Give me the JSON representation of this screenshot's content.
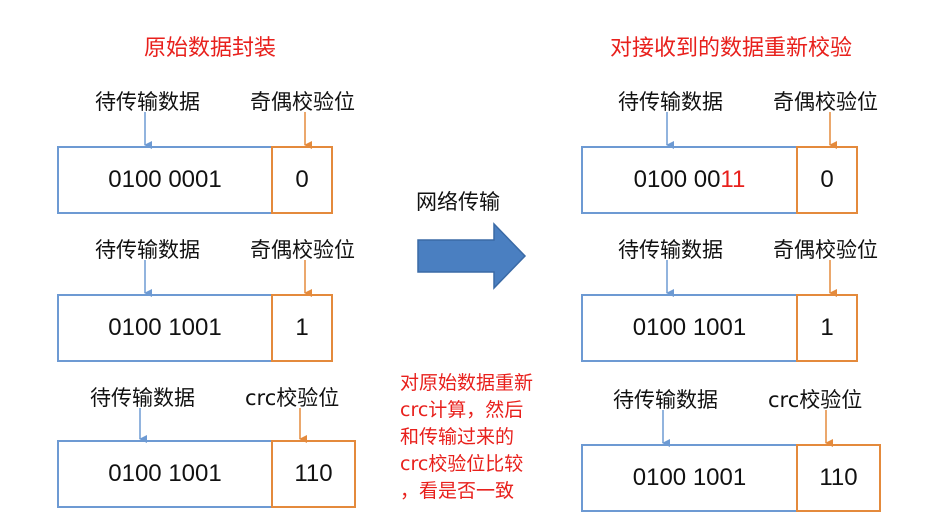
{
  "left": {
    "heading": "原始数据封装",
    "rows": [
      {
        "data_label": "待传输数据",
        "check_label": "奇偶校验位",
        "data": "0100 0001",
        "check": "0"
      },
      {
        "data_label": "待传输数据",
        "check_label": "奇偶校验位",
        "data": "0100 1001",
        "check": "1"
      },
      {
        "data_label": "待传输数据",
        "check_label": "crc校验位",
        "data": "0100 1001",
        "check": "110"
      }
    ]
  },
  "right": {
    "heading": "对接收到的数据重新校验",
    "row1_data_prefix": "0100 00",
    "row1_data_error": "11",
    "rows": [
      {
        "data_label": "待传输数据",
        "check_label": "奇偶校验位",
        "check": "0"
      },
      {
        "data_label": "待传输数据",
        "check_label": "奇偶校验位",
        "data": "0100 1001",
        "check": "1"
      },
      {
        "data_label": "待传输数据",
        "check_label": "crc校验位",
        "data": "0100 1001",
        "check": "110"
      }
    ]
  },
  "transfer_label": "网络传输",
  "note_lines": [
    "对原始数据重新",
    "crc计算，然后",
    "和传输过来的",
    "crc校验位比较",
    "，看是否一致"
  ],
  "colors": {
    "heading": "#e8201c",
    "data_border": "#6d9ad3",
    "check_border": "#e48a3c",
    "arrow_fill": "#4a7fc1",
    "arrow_stroke": "#3a6aa6",
    "error_digit": "#e8201c"
  }
}
